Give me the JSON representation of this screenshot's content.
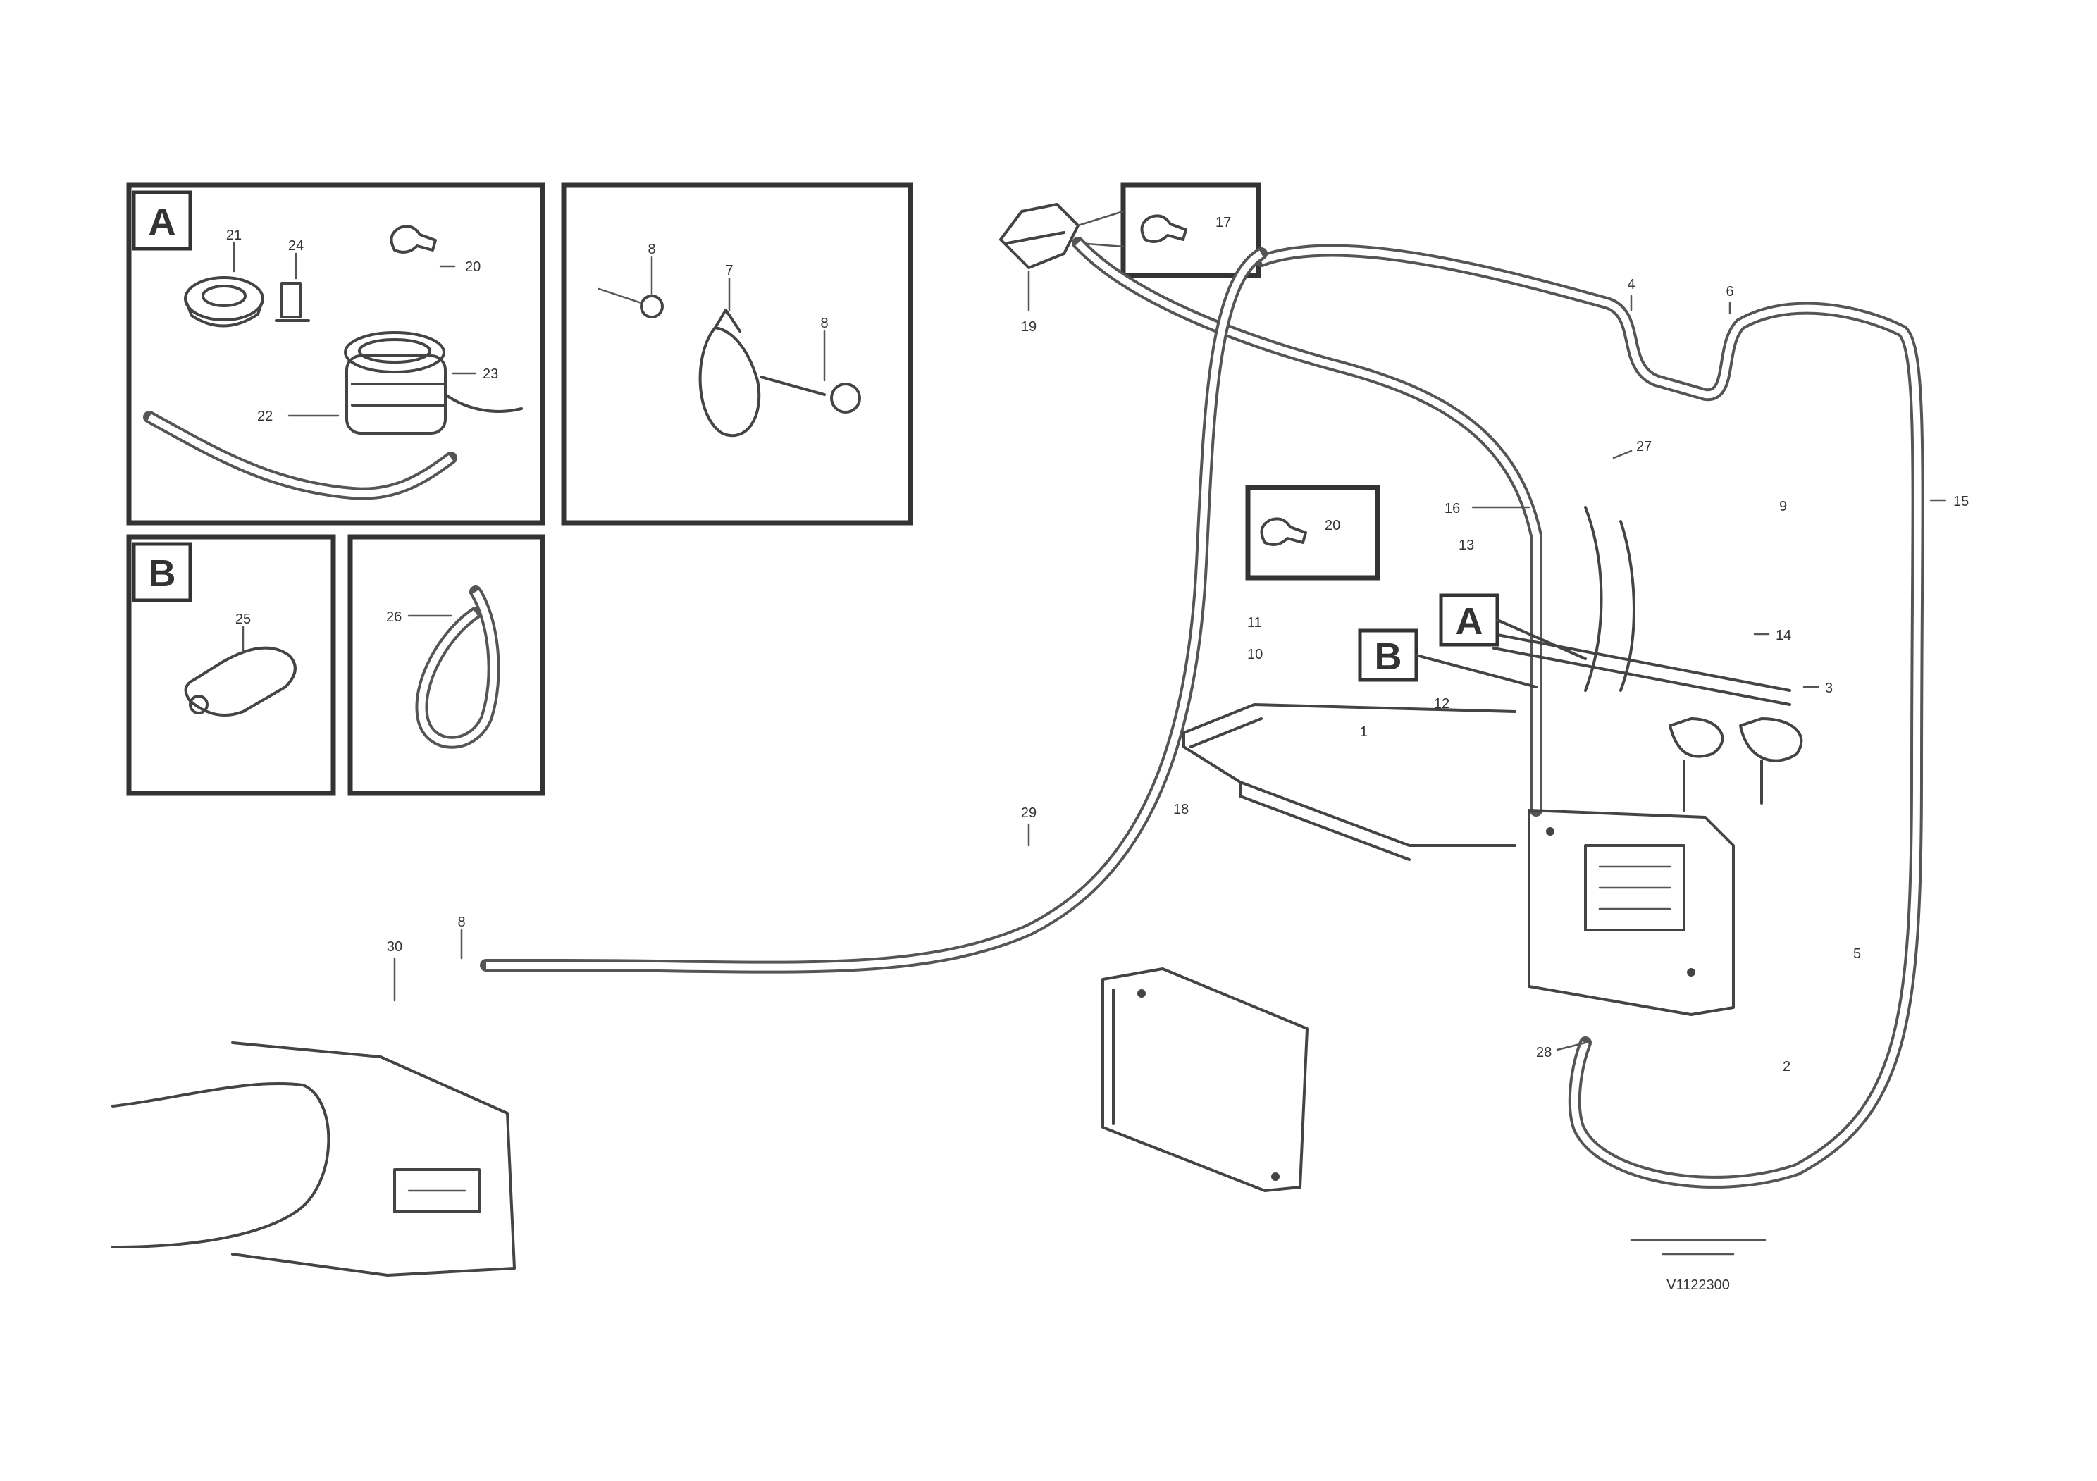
{
  "callouts": {
    "a_21": "21",
    "a_24": "24",
    "a_20": "20",
    "a_22": "22",
    "a_23": "23",
    "d_8a": "8",
    "d_7": "7",
    "d_8b": "8",
    "b_25": "25",
    "c_26": "26",
    "t_17": "17",
    "t_20": "20",
    "m_19": "19",
    "m_4": "4",
    "m_6": "6",
    "m_27": "27",
    "m_15": "15",
    "m_16": "16",
    "m_13": "13",
    "m_11": "11",
    "m_10": "10",
    "m_18": "18",
    "m_12": "12",
    "m_1": "1",
    "m_14": "14",
    "m_3": "3",
    "m_9": "9",
    "m_5": "5",
    "m_2": "2",
    "m_28": "28",
    "m_29": "29",
    "m_30": "30",
    "m_8": "8"
  },
  "labels": {
    "a": "A",
    "b": "B",
    "a_ref": "A",
    "b_ref": "B"
  },
  "footer": {
    "drawing_no": "V1122300"
  },
  "icons": [
    "wrench-icon"
  ]
}
